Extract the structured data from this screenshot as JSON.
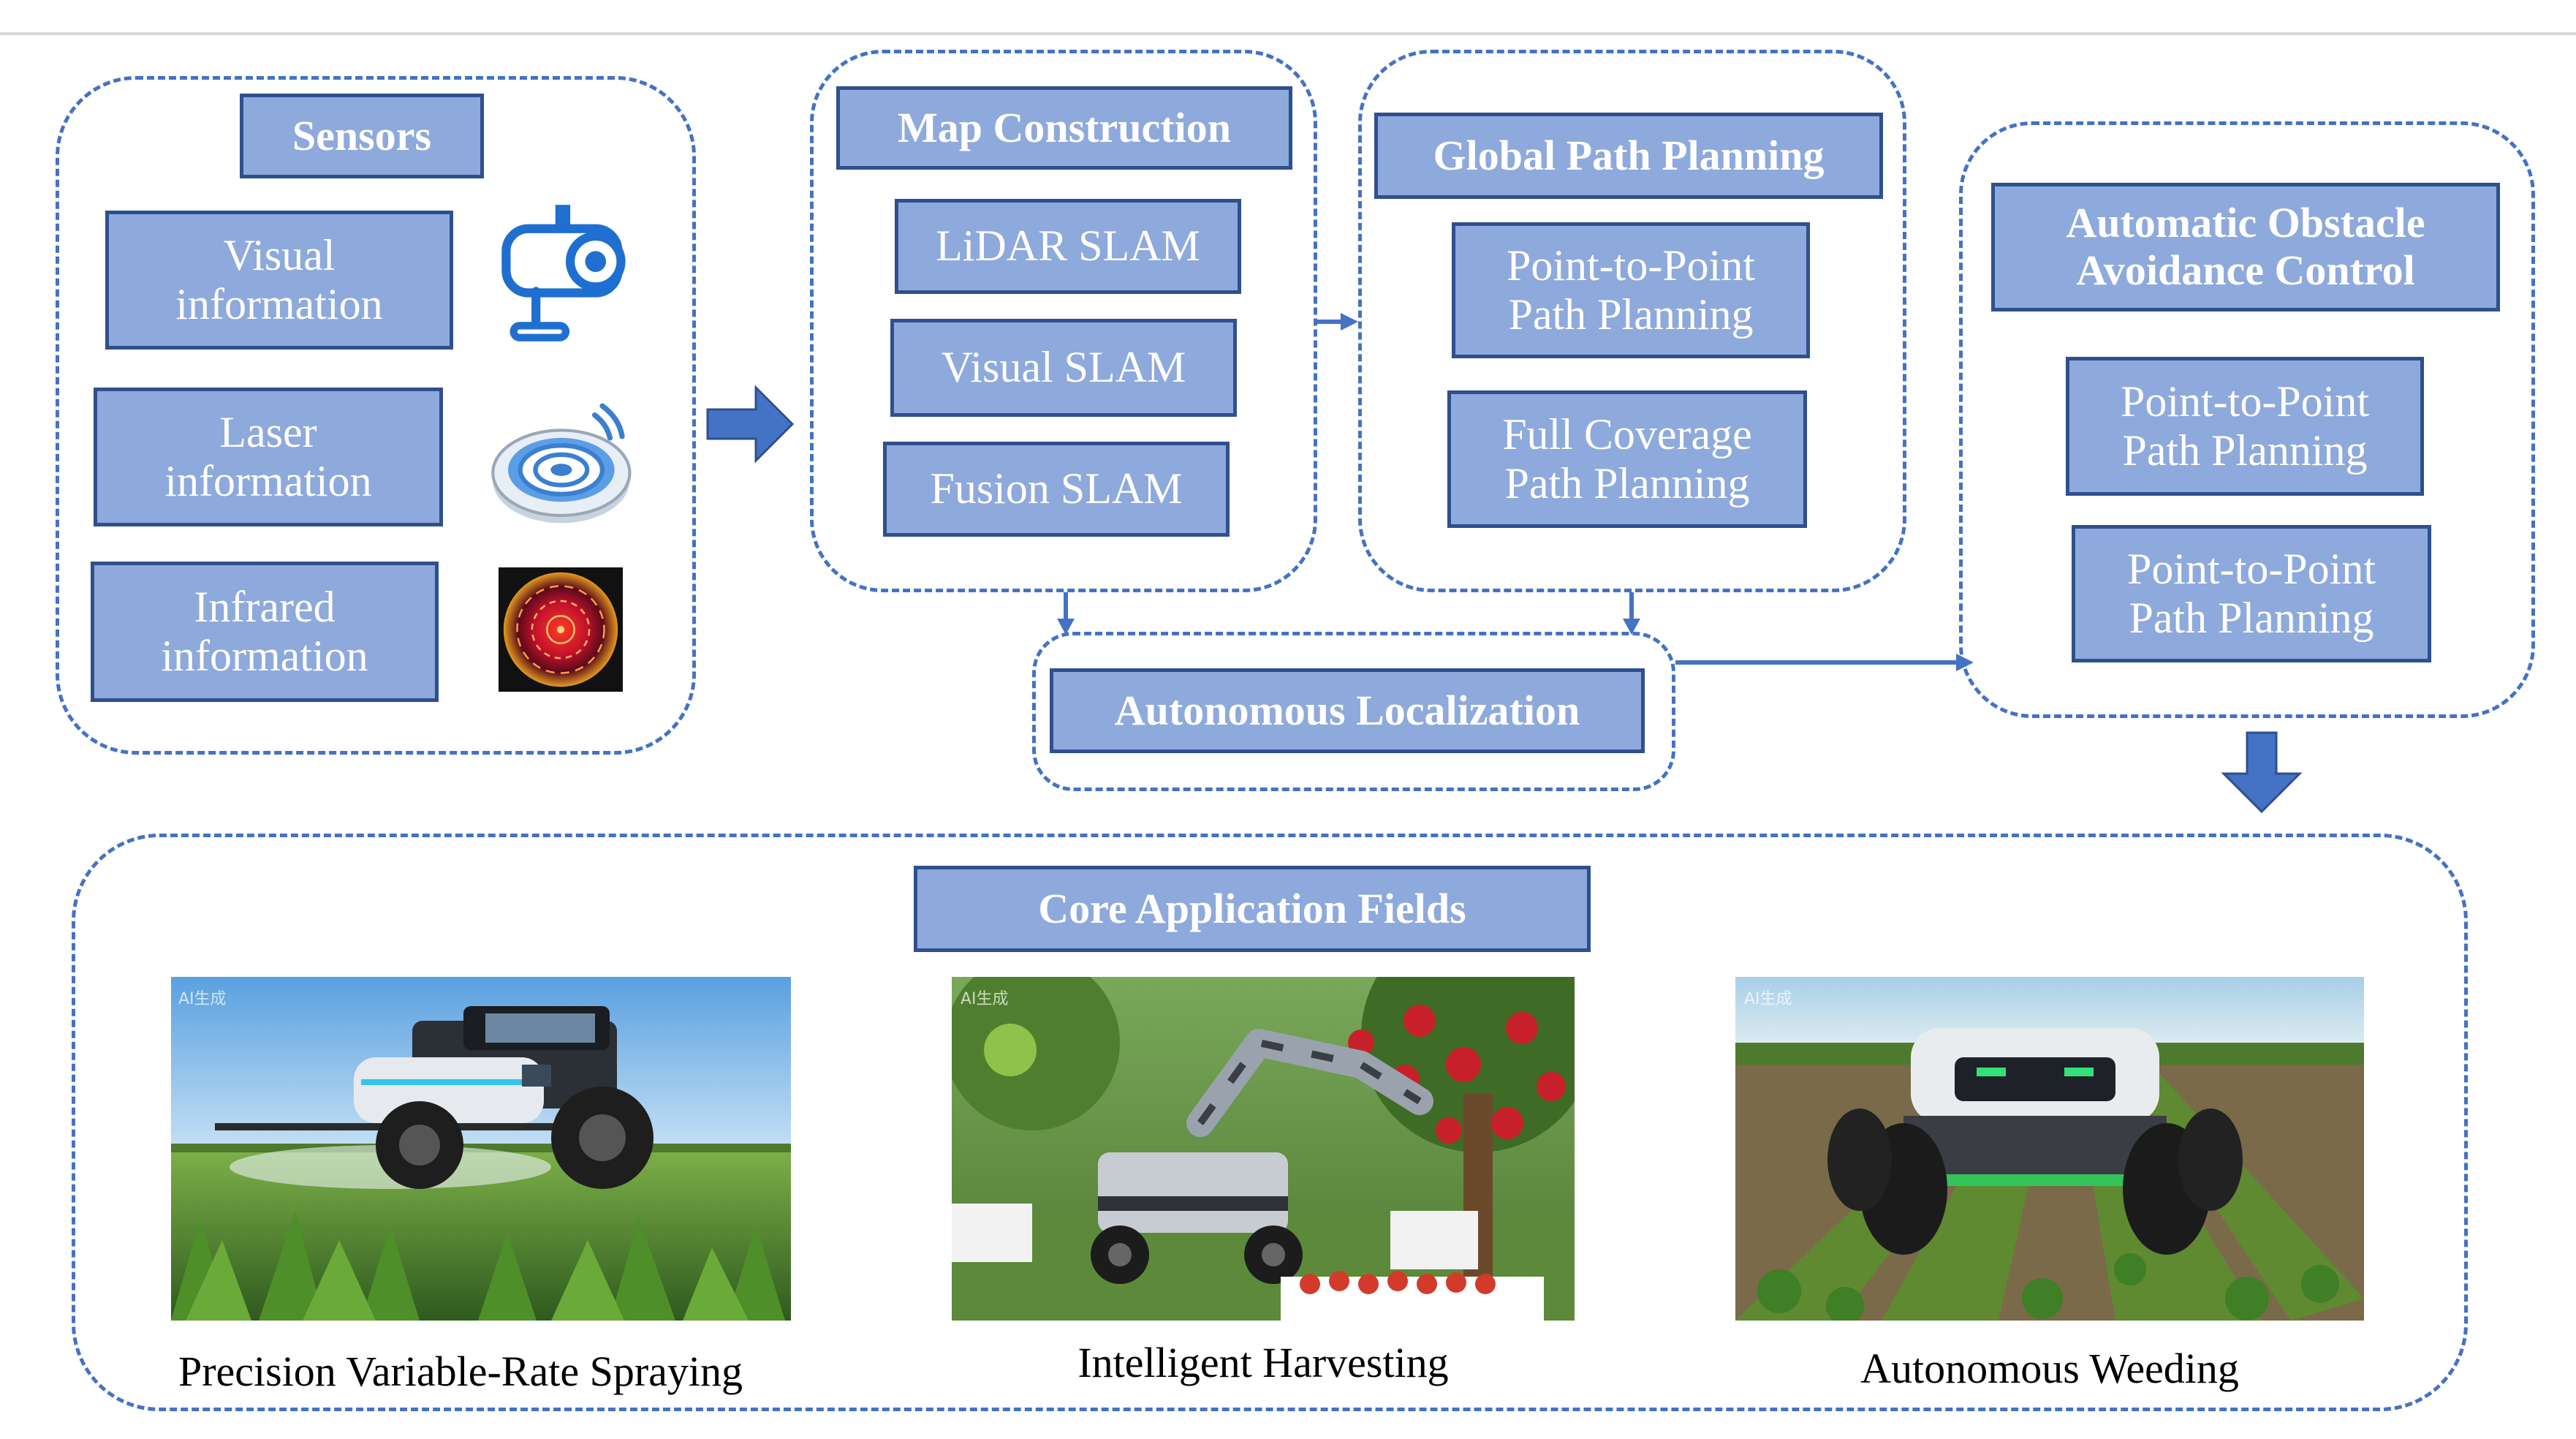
{
  "colors": {
    "box_fill": "#8ea9db",
    "box_border": "#2f4f8f",
    "dashed_border": "#4472c4",
    "arrow": "#4472c4",
    "text_on_box": "#ffffff",
    "caption_text": "#000000"
  },
  "sensors": {
    "title": "Sensors",
    "items": [
      {
        "line1": "Visual",
        "line2": "information",
        "icon": "camera-icon"
      },
      {
        "line1": "Laser",
        "line2": "information",
        "icon": "lidar-sensor-icon"
      },
      {
        "line1": "Infrared",
        "line2": "information",
        "icon": "infrared-sensor-icon"
      }
    ]
  },
  "map_construction": {
    "title": "Map Construction",
    "items": [
      "LiDAR SLAM",
      "Visual SLAM",
      "Fusion SLAM"
    ]
  },
  "global_path_planning": {
    "title": "Global Path Planning",
    "items": [
      {
        "line1": "Point-to-Point",
        "line2": "Path Planning"
      },
      {
        "line1": "Full Coverage",
        "line2": "Path Planning"
      }
    ]
  },
  "obstacle_avoidance": {
    "title_line1": "Automatic Obstacle",
    "title_line2": "Avoidance Control",
    "items": [
      {
        "line1": "Point-to-Point",
        "line2": "Path Planning"
      },
      {
        "line1": "Point-to-Point",
        "line2": "Path Planning"
      }
    ]
  },
  "localization": {
    "title": "Autonomous Localization"
  },
  "core_fields": {
    "title": "Core Application Fields",
    "watermark": "AI生成",
    "items": [
      {
        "caption": "Precision Variable-Rate Spraying",
        "image": "spraying-tractor-photo"
      },
      {
        "caption": "Intelligent Harvesting",
        "image": "harvesting-robot-photo"
      },
      {
        "caption": "Autonomous Weeding",
        "image": "weeding-robot-photo"
      }
    ]
  }
}
